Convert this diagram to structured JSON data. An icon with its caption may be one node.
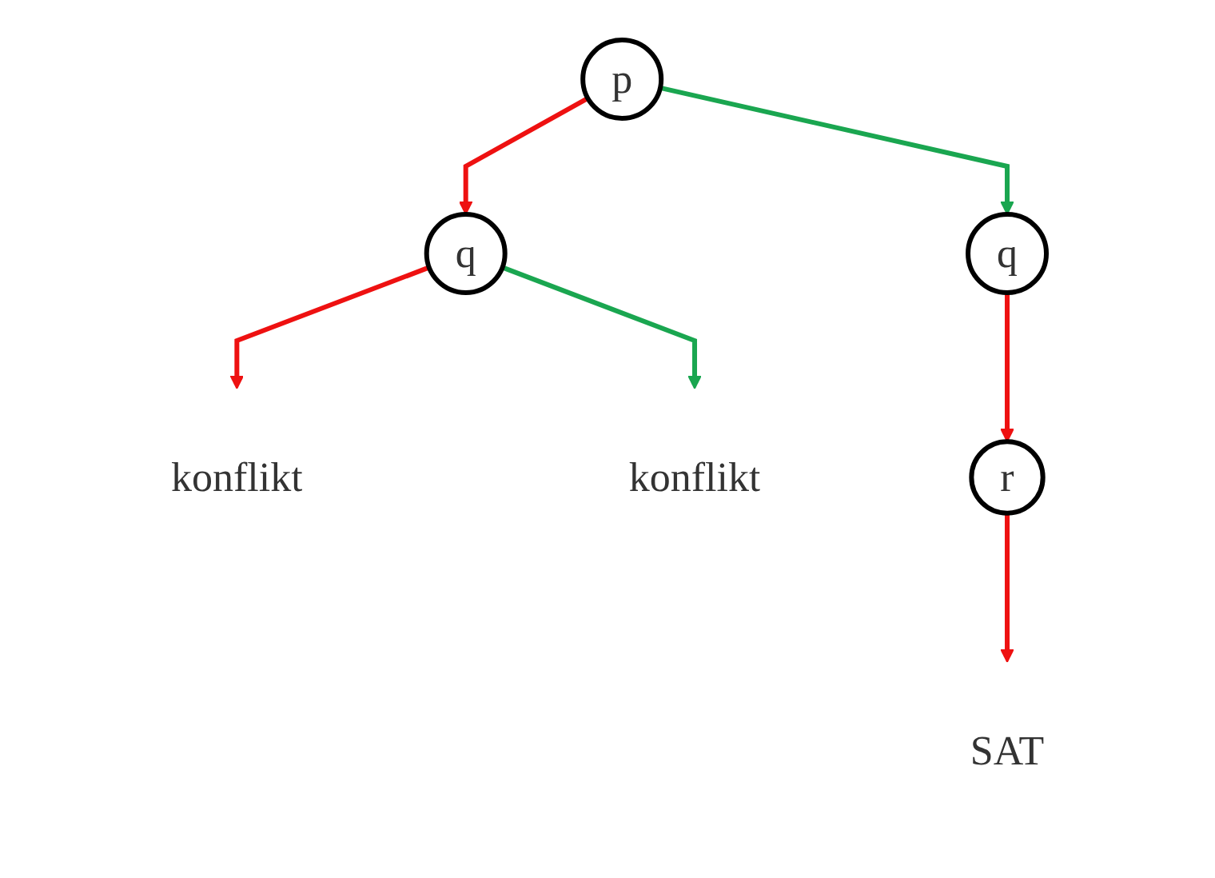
{
  "diagram": {
    "nodes": [
      {
        "text": [
          "p"
        ]
      },
      {
        "text": [
          "q"
        ]
      },
      {
        "text": [
          "q"
        ]
      },
      {
        "text": [
          "konflikt"
        ]
      },
      {
        "text": [
          "konflikt"
        ]
      },
      {
        "text": [
          "r"
        ]
      },
      {
        "text": [
          "SAT"
        ]
      }
    ],
    "edges": [
      {
        "from": 0,
        "to": 1,
        "arrow": "to"
      },
      {
        "from": 0,
        "to": 2,
        "arrow": "to",
        "color": "#1aa650"
      },
      {
        "from": 1,
        "to": 3,
        "arrow": "to"
      },
      {
        "from": 1,
        "to": 4,
        "arrow": "to",
        "color": "#1aa650"
      },
      {
        "from": 2,
        "to": 5,
        "arrow": "to"
      },
      {
        "from": 5,
        "to": 6,
        "arrow": "to"
      }
    ]
  }
}
